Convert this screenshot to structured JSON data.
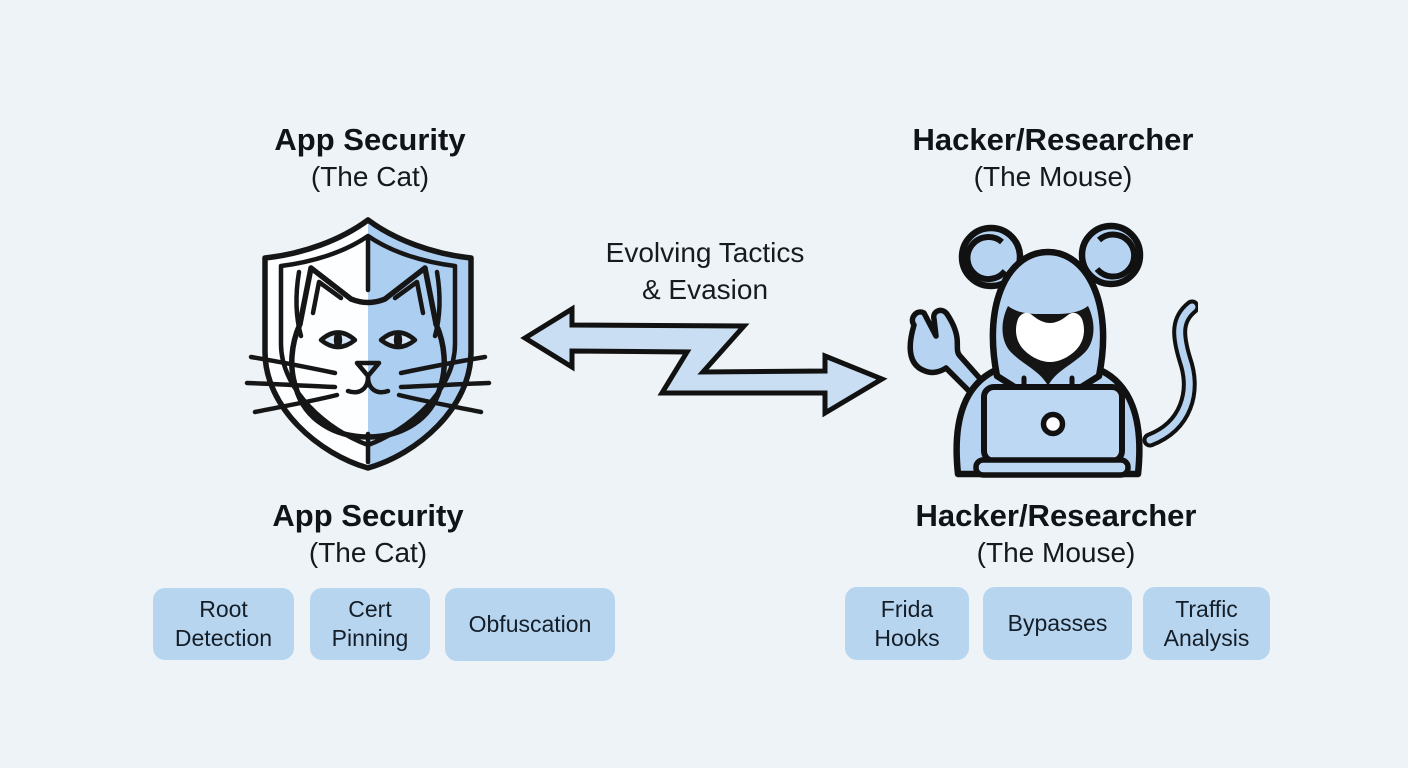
{
  "colors": {
    "background": "#edf3f6",
    "tag_fill": "#b8d5f0",
    "arrow_fill": "#c9def2",
    "icon_fill": "#b6d3f1",
    "outline": "#161616",
    "text": "#15181c"
  },
  "left": {
    "top_title": "App Security",
    "top_subtitle": "(The Cat)",
    "icon": "cat-shield-icon",
    "bottom_title": "App Security",
    "bottom_subtitle": "(The Cat)",
    "tags": [
      "Root Detection",
      "Cert Pinning",
      "Obfuscation"
    ]
  },
  "center": {
    "label_line1": "Evolving Tactics",
    "label_line2": "& Evasion",
    "arrow": "double-headed-zigzag-arrow"
  },
  "right": {
    "top_title": "Hacker/Researcher",
    "top_subtitle": "(The Mouse)",
    "icon": "mouse-hacker-icon",
    "bottom_title": "Hacker/Researcher",
    "bottom_subtitle": "(The Mouse)",
    "tags": [
      "Frida Hooks",
      "Bypasses",
      "Traffic Analysis"
    ]
  }
}
